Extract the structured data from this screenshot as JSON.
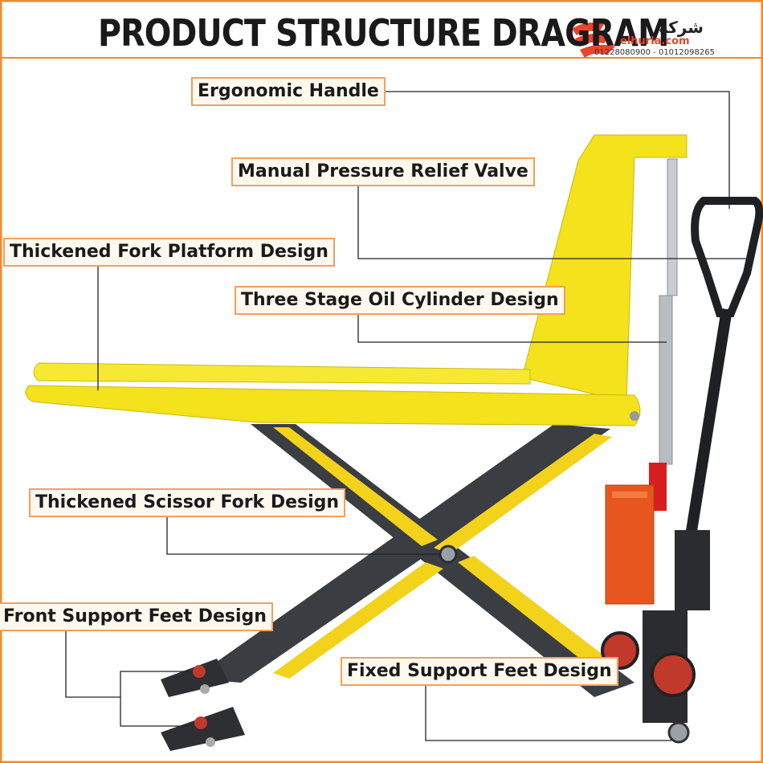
{
  "title": "PRODUCT STRUCTURE DRAGRAM",
  "brand": {
    "arabic": "شركة",
    "site": "elhuria.com",
    "phones": "01228080900 - 01012098265"
  },
  "labels": {
    "ergonomic_handle": "Ergonomic Handle",
    "relief_valve": "Manual Pressure Relief Valve",
    "fork_platform": "Thickened Fork Platform Design",
    "oil_cylinder": "Three Stage Oil Cylinder Design",
    "scissor_fork": "Thickened Scissor Fork Design",
    "front_feet": "Front Support Feet Design",
    "fixed_feet": "Fixed Support Feet Design"
  },
  "colors": {
    "frame_orange": "#f28a2e",
    "label_border": "#f0a060",
    "fork_yellow": "#f3e21c",
    "scissor_dark": "#3a3d42",
    "pump_orange": "#e8561f",
    "cylinder_red": "#d91e1e"
  }
}
